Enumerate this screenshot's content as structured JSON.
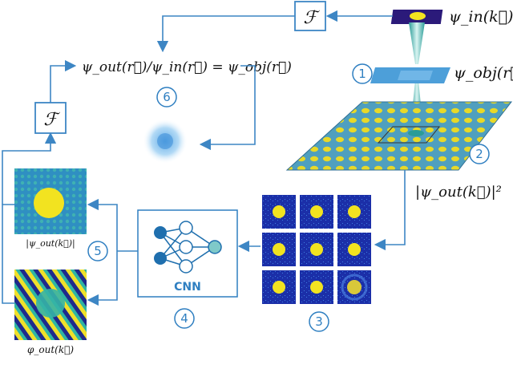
{
  "labels": {
    "psi_in_k": "ψ_in(k⃗)",
    "psi_obj_r": "ψ_obj(r⃗)",
    "psi_out_k_sq": "|ψ_out(k⃗)|²",
    "ratio_eq": "ψ_out(r⃗)/ψ_in(r⃗) = ψ_obj(r⃗)",
    "abs_psi_out": "|ψ_out(k⃗)|",
    "phi_out": "φ_out(k⃗)",
    "fourier_top": "ℱ",
    "fourier_left": "ℱ",
    "cnn": "CNN"
  },
  "steps": [
    "1",
    "2",
    "3",
    "4",
    "5",
    "6"
  ],
  "colors": {
    "arrow": "#3d86c4",
    "circle": "#2f7fc1",
    "dark_blue": "#2b1a7a",
    "yellow": "#f2e320",
    "teal": "#2ab5a8",
    "cnn_node": "#1f6fae"
  }
}
